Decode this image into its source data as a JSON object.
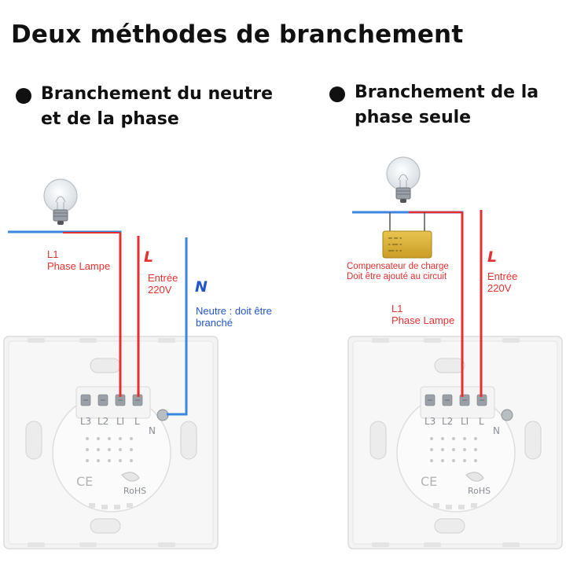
{
  "title": "Deux méthodes de branchement",
  "left": {
    "heading_line1": "Branchement du neutre",
    "heading_line2": "et de la phase",
    "l1_label": "L1",
    "l1_desc": "Phase Lampe",
    "L_letter": "L",
    "entree": "Entrée",
    "voltage": "220V",
    "N_letter": "N",
    "neutre_line1": "Neutre : doit être",
    "neutre_line2": "branché",
    "terminals": [
      "L3",
      "L2",
      "LI",
      "L"
    ],
    "n_terminal": "N",
    "rohs": "RoHS"
  },
  "right": {
    "heading_line1": "Branchement de la",
    "heading_line2": "phase seule",
    "comp_line1": "Compensateur de charge",
    "comp_line2": "Doit être ajouté au circuit",
    "L_letter": "L",
    "entree": "Entrée",
    "voltage": "220V",
    "l1_label": "L1",
    "l1_desc": "Phase Lampe",
    "terminals": [
      "L3",
      "L2",
      "LI",
      "L"
    ],
    "n_terminal": "N",
    "rohs": "RoHS"
  },
  "colors": {
    "phase_wire": "#e53030",
    "neutral_wire": "#3a86e0",
    "plate": "#f1f1f1",
    "capacitor": "#d9b43a"
  }
}
